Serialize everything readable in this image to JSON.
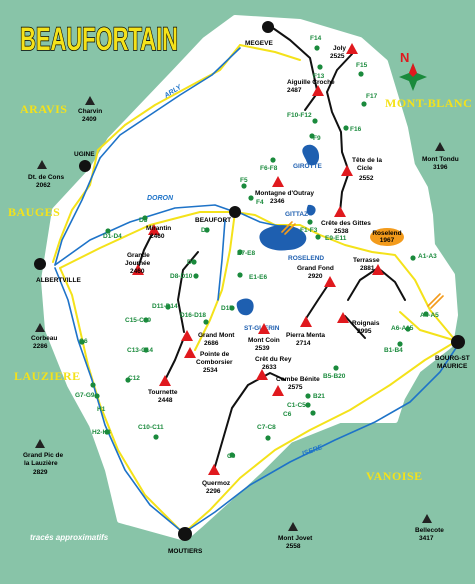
{
  "title": "BEAUFORTAIN",
  "footer_note": "tracés approximatifs",
  "regions": {
    "aravis": "ARAVIS",
    "mont_blanc": "MONT-BLANC",
    "bauges": "BAUGES",
    "lauziere": "LAUZIERE",
    "vanoise": "VANOISE"
  },
  "rivers": {
    "arly": "ARLY",
    "doron": "DORON",
    "isere": "ISERE"
  },
  "lakes": {
    "girotte": "GIROTTE",
    "gittaz": "GITTAZ",
    "roselend": "ROSELEND",
    "st_guerin": "ST-GUERIN"
  },
  "towns": {
    "megeve": "MEGEVE",
    "ugine": "UGINE",
    "beaufort": "BEAUFORT",
    "albertville": "ALBERTVILLE",
    "bourg_line1": "BOURG-ST",
    "bourg_line2": "MAURICE",
    "moutiers": "MOUTIERS"
  },
  "pass_badge": {
    "name": "Roselend",
    "year": "1967"
  },
  "peaks_inside": {
    "joly": {
      "name": "Joly",
      "alt": "2525"
    },
    "aiguille_croche": {
      "name": "Aiguille Croche",
      "alt": "2487"
    },
    "tete_cicle_1": "Tête de la",
    "tete_cicle_2": "Cicle",
    "tete_cicle_alt": "2552",
    "outray": {
      "name": "Montagne d'Outray",
      "alt": "2346"
    },
    "cretes_gittes": {
      "name": "Crête des Gittes",
      "alt": "2538"
    },
    "mirantin": {
      "name": "Mirantin",
      "alt": "2460"
    },
    "grande_journee_1": "Grande",
    "grande_journee_2": "Journée",
    "grande_journee_alt": "2460",
    "grand_fond": {
      "name": "Grand Fond",
      "alt": "2920"
    },
    "terrasse": {
      "name": "Terrasse",
      "alt": "2881"
    },
    "roignais": {
      "name": "Roignais",
      "alt": "2995"
    },
    "pierra_menta": {
      "name": "Pierra Menta",
      "alt": "2714"
    },
    "grand_mont": {
      "name": "Grand Mont",
      "alt": "2686"
    },
    "comborsier_1": "Pointe de",
    "comborsier_2": "Comborsier",
    "comborsier_alt": "2534",
    "mont_coin": {
      "name": "Mont Coin",
      "alt": "2539"
    },
    "cret_rey": {
      "name": "Crêt du Rey",
      "alt": "2633"
    },
    "combe_benite": {
      "name": "Combe Bénite",
      "alt": "2575"
    },
    "tournette": {
      "name": "Tournette",
      "alt": "2448"
    },
    "quermoz": {
      "name": "Quermoz",
      "alt": "2296"
    }
  },
  "peaks_outside": {
    "charvin": {
      "name": "Charvin",
      "alt": "2409"
    },
    "dt_cons_1": "Dt. de Cons",
    "dt_cons_alt": "2062",
    "mont_tondu": {
      "name": "Mont Tondu",
      "alt": "3196"
    },
    "corbeau": {
      "name": "Corbeau",
      "alt": "2286"
    },
    "grand_pic_1": "Grand Pic de",
    "grand_pic_2": "la Lauzière",
    "grand_pic_alt": "2829",
    "mont_jovet": {
      "name": "Mont Jovet",
      "alt": "2558"
    },
    "bellecote": {
      "name": "Bellecote",
      "alt": "3417"
    }
  },
  "trail_points": {
    "f14": "F14",
    "f13": "F13",
    "f15": "F15",
    "f17": "F17",
    "f16": "F16",
    "f10f12": "F10-F12",
    "f9": "F9",
    "f6f8": "F6-F8",
    "f5": "F5",
    "f4": "F4",
    "f1f3": "F1-F3",
    "e9e11": "E9-E11",
    "d5": "D5",
    "d1d4": "D1-D4",
    "d6": "D6",
    "e7e8": "E7-E8",
    "d7": "D7",
    "d8d10": "D8-D10",
    "e1e6": "E1-E6",
    "a1a3": "A1-A3",
    "a4a5": "A4-A5",
    "a6a15": "A6-A15",
    "d11d14": "D11-D14",
    "d15": "D15",
    "d16d18": "D16-D18",
    "c15c19": "C15-C19",
    "g6": "G6",
    "c13c14": "C13-C14",
    "b1b4": "B1-B4",
    "b5b20": "B5-B20",
    "b21": "B21",
    "c1c5": "C1-C5",
    "c6": "C6",
    "c12": "C12",
    "g7g9": "G7-G9",
    "h1": "H1",
    "h2h3": "H2-H3",
    "c10c11": "C10-C11",
    "c7c8": "C7-C8",
    "c9": "C9"
  },
  "colors": {
    "background": "#88c4a8",
    "area": "#ffffff",
    "road": "#f4e21a",
    "river": "#1e73c8",
    "lake": "#1e5fb0",
    "peak": "#e0191e",
    "ridge": "#111111",
    "trail_point": "#1a8a3c",
    "pass_badge": "#f39b1c"
  }
}
